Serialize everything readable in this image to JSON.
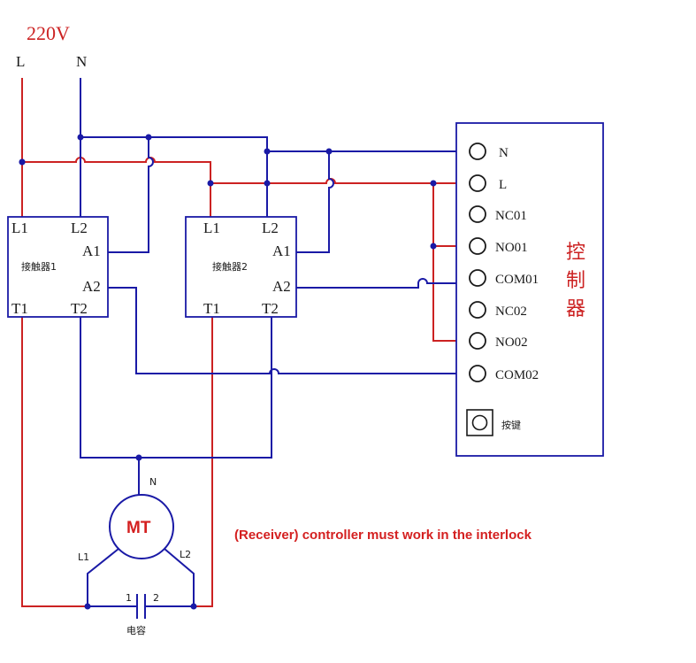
{
  "supply": {
    "voltage": "220V",
    "line": "L",
    "neutral": "N"
  },
  "contactor1": {
    "name": "接触器1",
    "L1": "L1",
    "L2": "L2",
    "A1": "A1",
    "A2": "A2",
    "T1": "T1",
    "T2": "T2"
  },
  "contactor2": {
    "name": "接触器2",
    "L1": "L1",
    "L2": "L2",
    "A1": "A1",
    "A2": "A2",
    "T1": "T1",
    "T2": "T2"
  },
  "controller": {
    "title": "控制器",
    "terminals": [
      "N",
      "L",
      "NC01",
      "NO01",
      "COM01",
      "NC02",
      "NO02",
      "COM02"
    ],
    "button_label": "按键"
  },
  "motor": {
    "label": "MT",
    "n": "N",
    "l1": "L1",
    "l2": "L2"
  },
  "capacitor": {
    "pin1": "1",
    "pin2": "2",
    "label": "电容"
  },
  "note": "(Receiver) controller must work in the interlock",
  "colors": {
    "line": "#cc2222",
    "neutral": "#1a1aa6",
    "note": "#d42020",
    "motor_label": "#d42020"
  }
}
